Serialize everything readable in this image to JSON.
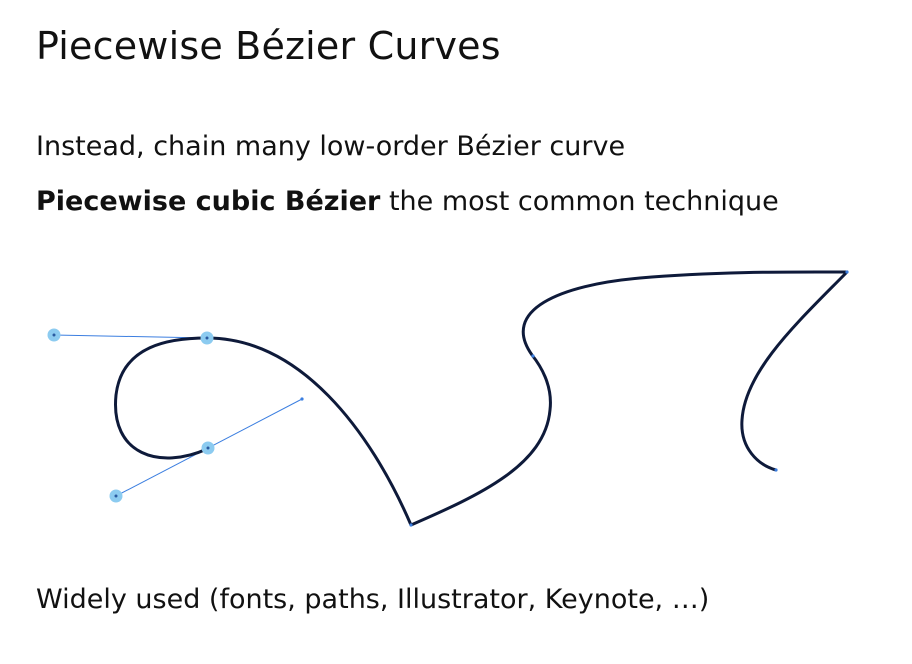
{
  "slide": {
    "title": "Piecewise Bézier Curves",
    "bullets": [
      {
        "bold": "",
        "text": "Instead, chain many low-order Bézier curve"
      },
      {
        "bold": "Piecewise cubic Bézier",
        "text": " the most common technique"
      },
      {
        "bold": "",
        "text": "Widely used (fonts, paths, Illustrator, Keynote, …)"
      }
    ]
  },
  "figure": {
    "curve_color": "#0e1a3a",
    "handle_line_color": "#3b7ee0",
    "handle_point_color": "#8ccbf0"
  }
}
